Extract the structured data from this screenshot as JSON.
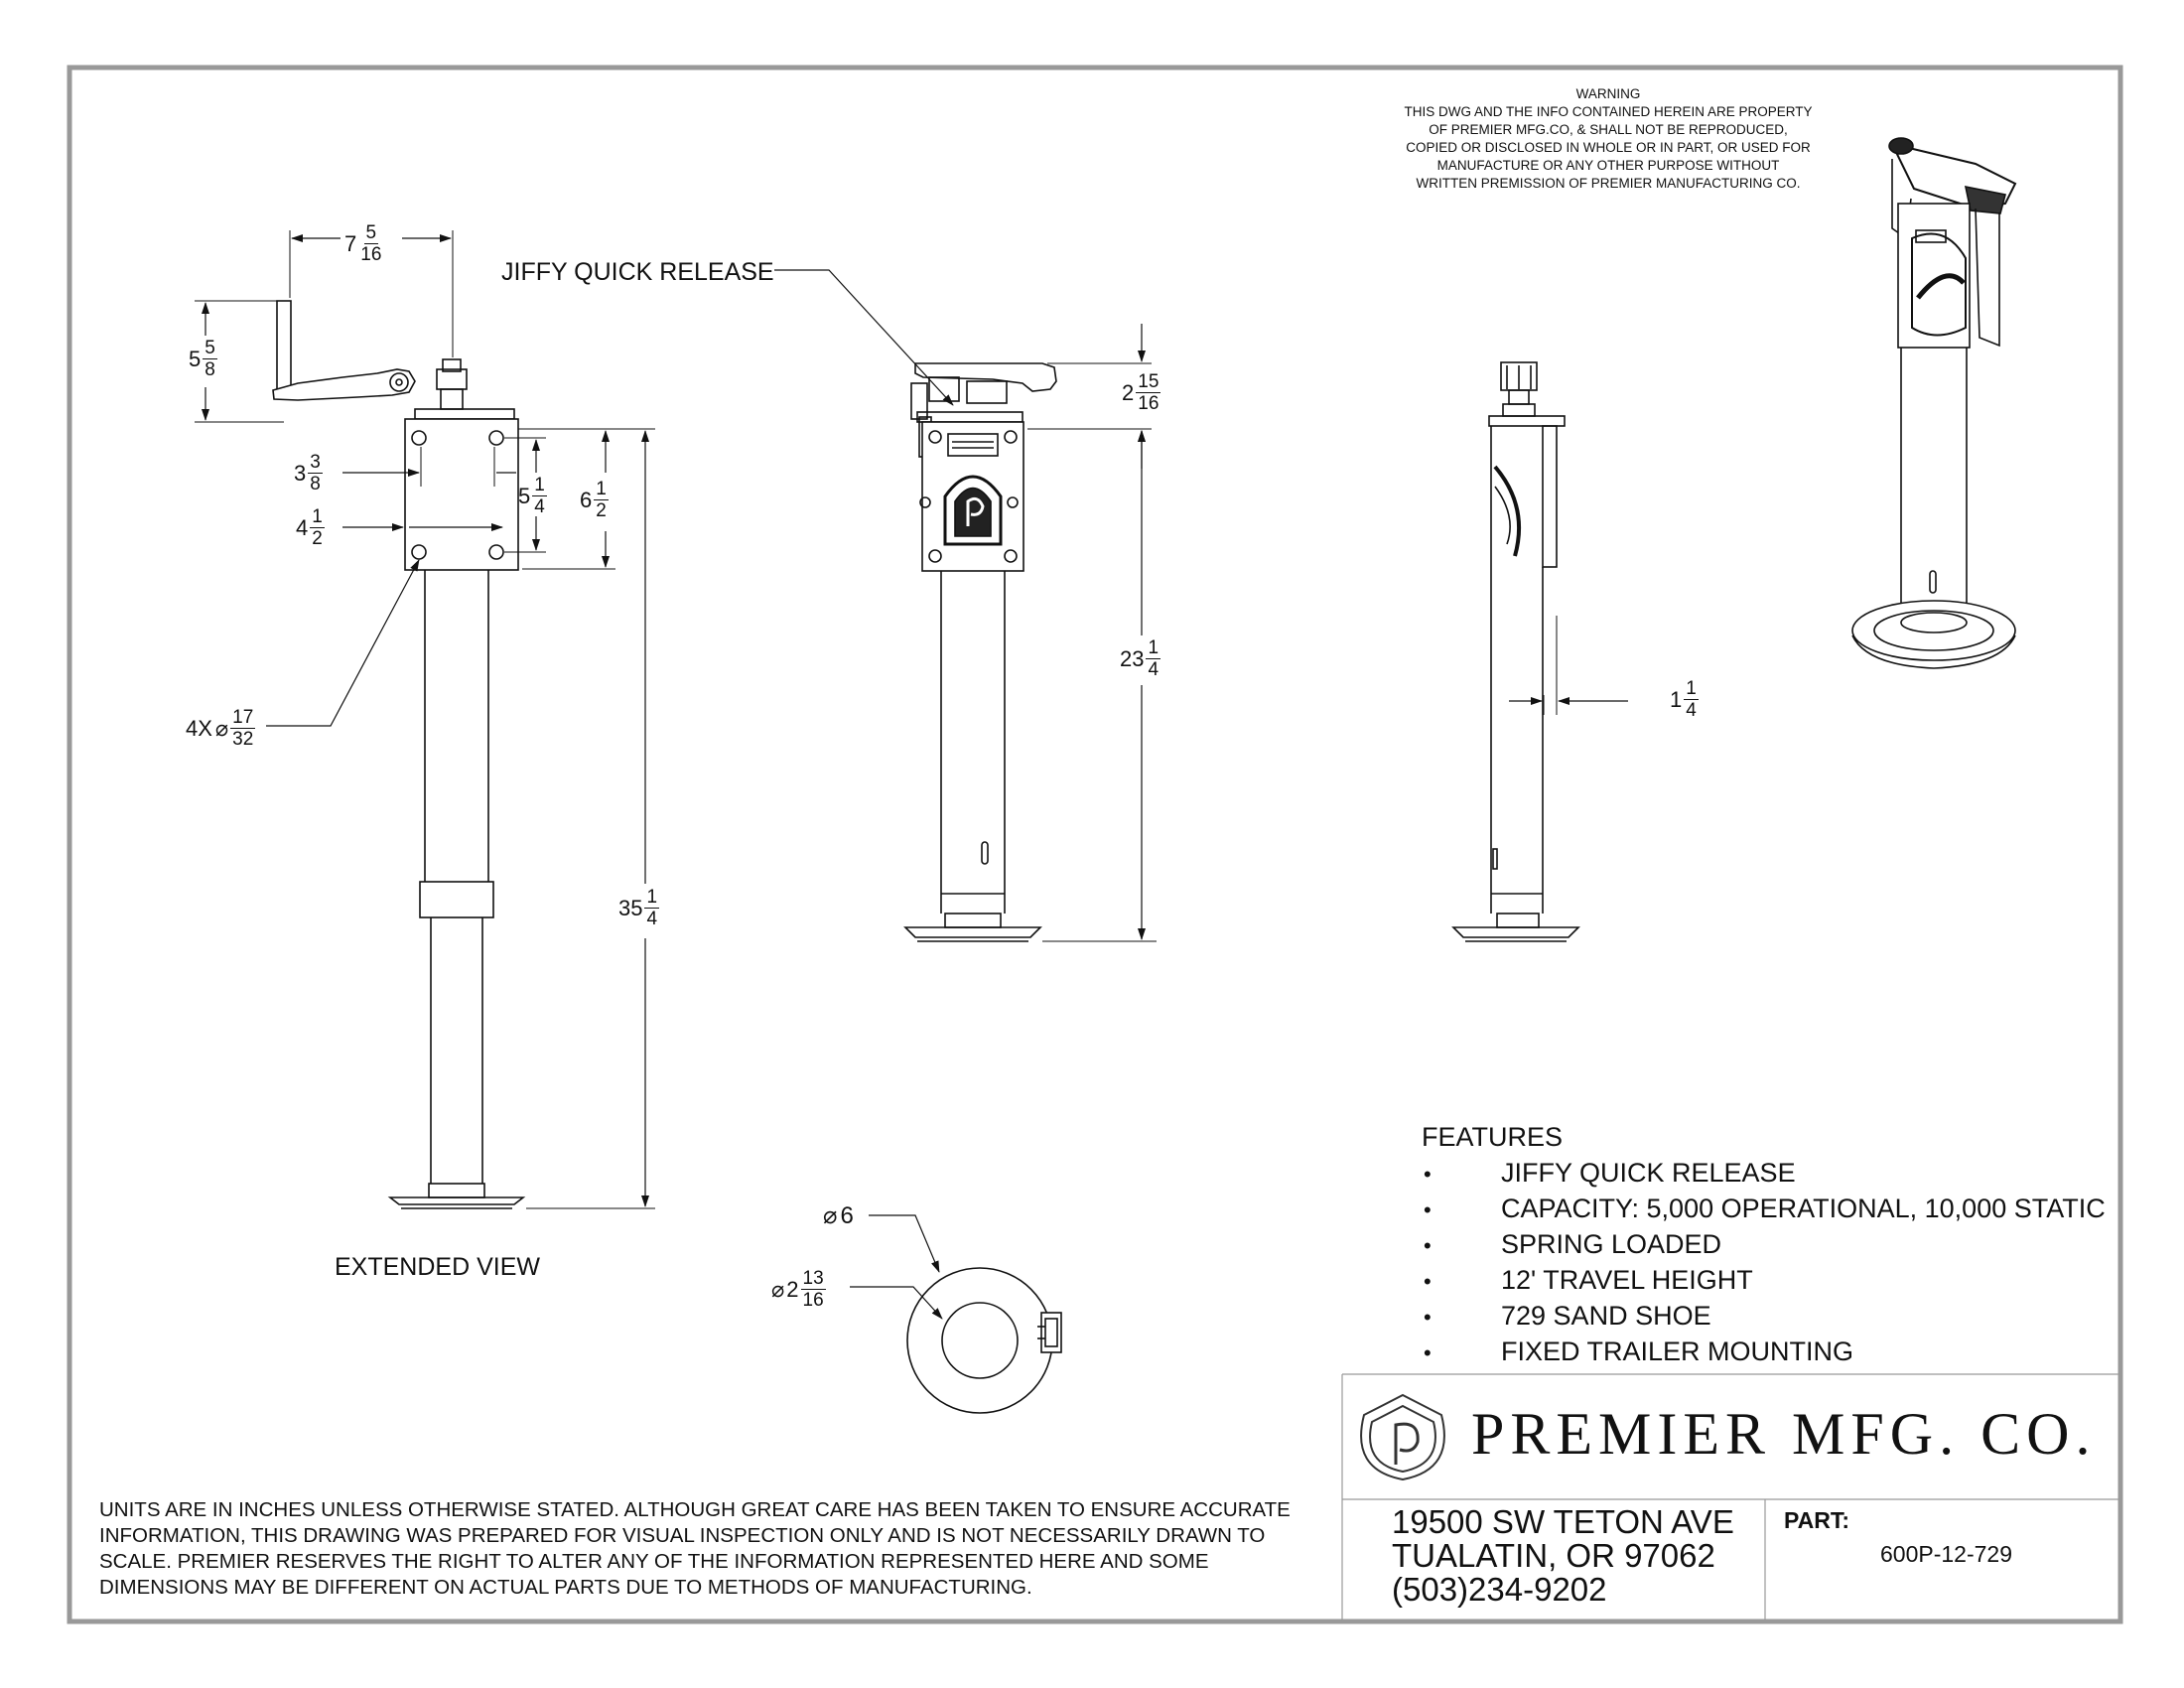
{
  "warning": [
    "WARNING",
    "THIS DWG AND THE INFO CONTAINED HEREIN ARE PROPERTY",
    "OF PREMIER MFG.CO, & SHALL NOT BE REPRODUCED,",
    "COPIED OR DISCLOSED IN WHOLE OR IN PART, OR USED FOR",
    "MANUFACTURE OR ANY OTHER PURPOSE WITHOUT",
    "WRITTEN PREMISSION OF PREMIER MANUFACTURING CO."
  ],
  "callouts": {
    "jiffy": "JIFFY QUICK RELEASE",
    "extended_view": "EXTENDED VIEW"
  },
  "dimensions": {
    "handle_width": {
      "whole": "7",
      "num": "5",
      "den": "16"
    },
    "handle_height": {
      "whole": "5",
      "num": "5",
      "den": "8"
    },
    "hole_spacing_small": {
      "whole": "3",
      "num": "3",
      "den": "8"
    },
    "plate_width": {
      "whole": "4",
      "num": "1",
      "den": "2"
    },
    "hole_spacing_vertical": {
      "whole": "5",
      "num": "1",
      "den": "4"
    },
    "plate_height": {
      "whole": "6",
      "num": "1",
      "den": "2"
    },
    "holes": {
      "prefix": "4X",
      "symbol": "⌀",
      "num": "17",
      "den": "32"
    },
    "extended_height": {
      "whole": "35",
      "num": "1",
      "den": "4"
    },
    "top_height": {
      "whole": "2",
      "num": "15",
      "den": "16"
    },
    "retracted_height": {
      "whole": "23",
      "num": "1",
      "den": "4"
    },
    "side_offset": {
      "whole": "1",
      "num": "1",
      "den": "4"
    },
    "foot_diameter": {
      "symbol": "⌀",
      "whole": "6"
    },
    "tube_diameter": {
      "symbol": "⌀",
      "whole": "2",
      "num": "13",
      "den": "16"
    }
  },
  "features": {
    "title": "FEATURES",
    "bullet": "•",
    "items": [
      "JIFFY QUICK RELEASE",
      "CAPACITY: 5,000 OPERATIONAL, 10,000 STATIC",
      "SPRING LOADED",
      "12' TRAVEL HEIGHT",
      "729 SAND SHOE",
      "FIXED TRAILER MOUNTING"
    ]
  },
  "title_block": {
    "company": "PREMIER MFG. CO.",
    "address": [
      "19500 SW TETON AVE",
      "TUALATIN, OR 97062",
      "(503)234-9202"
    ],
    "part_label": "PART:",
    "part_number": "600P-12-729"
  },
  "disclaimer": [
    "UNITS ARE IN INCHES UNLESS OTHERWISE STATED.  ALTHOUGH GREAT CARE HAS BEEN TAKEN TO ENSURE ACCURATE",
    "INFORMATION, THIS DRAWING WAS PREPARED FOR VISUAL INSPECTION ONLY AND IS NOT NECESSARILY DRAWN TO",
    "SCALE.  PREMIER RESERVES THE RIGHT TO ALTER ANY OF THE INFORMATION REPRESENTED HERE AND SOME",
    "DIMENSIONS MAY BE DIFFERENT ON ACTUAL PARTS DUE TO METHODS OF MANUFACTURING."
  ]
}
